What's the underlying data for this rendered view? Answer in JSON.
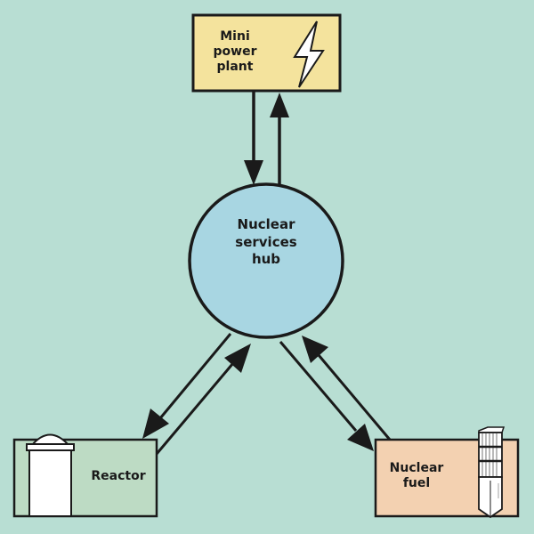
{
  "diagram": {
    "title": "",
    "colors": {
      "background": "#b8ded3",
      "power_plant_fill": "#f4e39d",
      "hub_fill": "#a8d6e2",
      "reactor_fill": "#bddbc4",
      "fuel_fill": "#f3d1b1",
      "stroke": "#1a1a1a"
    },
    "nodes": {
      "power_plant": {
        "label": "Mini\npower\nplant",
        "icon": "lightning-bolt-icon"
      },
      "hub": {
        "label": "Nuclear\nservices\nhub"
      },
      "reactor": {
        "label": "Reactor",
        "icon": "reactor-building-icon"
      },
      "fuel": {
        "label": "Nuclear\nfuel",
        "icon": "fuel-rod-icon"
      }
    },
    "edges": [
      {
        "from": "power_plant",
        "to": "hub"
      },
      {
        "from": "hub",
        "to": "power_plant"
      },
      {
        "from": "hub",
        "to": "reactor"
      },
      {
        "from": "reactor",
        "to": "hub"
      },
      {
        "from": "hub",
        "to": "fuel"
      },
      {
        "from": "fuel",
        "to": "hub"
      }
    ]
  }
}
